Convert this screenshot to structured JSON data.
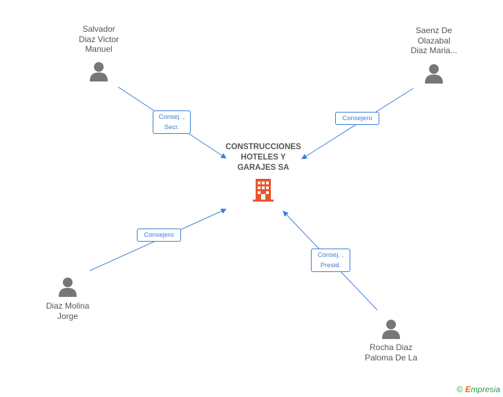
{
  "company": {
    "name_lines": [
      "CONSTRUCCIONES",
      "HOTELES Y",
      "GARAJES SA"
    ],
    "icon": "building-icon",
    "icon_color": "#e8562e"
  },
  "people": [
    {
      "id": "salvador",
      "name_lines": [
        "Salvador",
        "Diaz Victor",
        "Manuel"
      ],
      "role_lines": [
        "Consej. ,",
        "Secr."
      ]
    },
    {
      "id": "saenz",
      "name_lines": [
        "Saenz De",
        "Olazabal",
        "Diaz Maria..."
      ],
      "role_lines": [
        "Consejero"
      ]
    },
    {
      "id": "diaz-molina",
      "name_lines": [
        "Diaz Molina",
        "Jorge"
      ],
      "role_lines": [
        "Consejero"
      ]
    },
    {
      "id": "rocha",
      "name_lines": [
        "Rocha Diaz",
        "Paloma De La"
      ],
      "role_lines": [
        "Consej. ,",
        "Presid."
      ]
    }
  ],
  "colors": {
    "edge": "#3a7ed6",
    "person_icon": "#777777",
    "text": "#555555"
  },
  "footer": {
    "copyright": "©",
    "brand_e": "E",
    "brand_rest": "mpresia"
  }
}
